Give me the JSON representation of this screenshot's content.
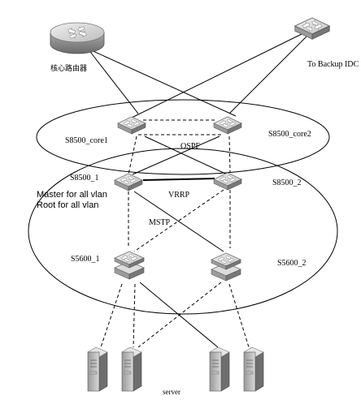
{
  "labels": {
    "core_router": "核心路由器",
    "backup_idc": "To Backup IDC",
    "core1": "S8500_core1",
    "core2": "S8500_core2",
    "ospf": "OSPF",
    "agg1": "S8500_1",
    "agg2": "S8500_2",
    "vrrp": "VRRP",
    "master_line1": "Master for all vlan",
    "master_line2": "Root for all vlan",
    "mstp": "MSTP",
    "acc1": "S5600_1",
    "acc2": "S5600_2",
    "server": "server"
  },
  "icons": {
    "router": "router-icon",
    "switch": "switch-icon",
    "server": "server-tower-icon"
  },
  "colors": {
    "device_light": "#d4d4d4",
    "device_mid": "#a9a9a9",
    "device_dark": "#6e6e6e",
    "line": "#000000"
  }
}
